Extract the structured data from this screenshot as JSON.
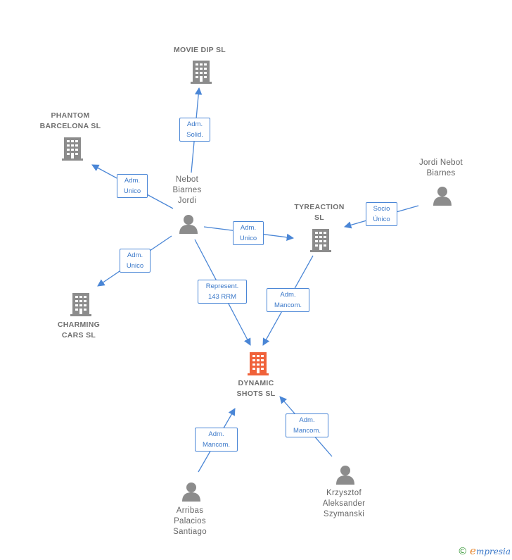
{
  "colors": {
    "edge": "#4a86d6",
    "company_icon": "#8c8c8c",
    "focus_icon": "#f0623a",
    "person_icon": "#8c8c8c"
  },
  "nodes": {
    "movie_dip": "MOVIE DIP  SL",
    "phantom": "PHANTOM\nBARCELONA SL",
    "nebot": "Nebot\nBiarnes\nJordi",
    "jordi_nebot": "Jordi Nebot\nBiarnes",
    "tyreaction": "TYREACTION\nSL",
    "charming": "CHARMING\nCARS  SL",
    "dynamic": "DYNAMIC\nSHOTS  SL",
    "arribas": "Arribas\nPalacios\nSantiago",
    "krzysztof": "Krzysztof\nAleksander\nSzymanski"
  },
  "edges": {
    "e_movie": "Adm.\nSolid.",
    "e_phantom": "Adm.\nUnico",
    "e_tyre_nebot": "Adm.\nUnico",
    "e_socio": "Socio\nÚnico",
    "e_charming": "Adm.\nUnico",
    "e_repr": "Represent.\n143 RRM",
    "e_tyre_dyn": "Adm.\nMancom.",
    "e_arribas": "Adm.\nMancom.",
    "e_krzysztof": "Adm.\nMancom."
  },
  "brand": {
    "copyright": "©",
    "e": "e",
    "rest": "mpresia"
  },
  "icons": {
    "company": "building-icon",
    "focus_company": "building-icon",
    "person": "person-icon"
  }
}
